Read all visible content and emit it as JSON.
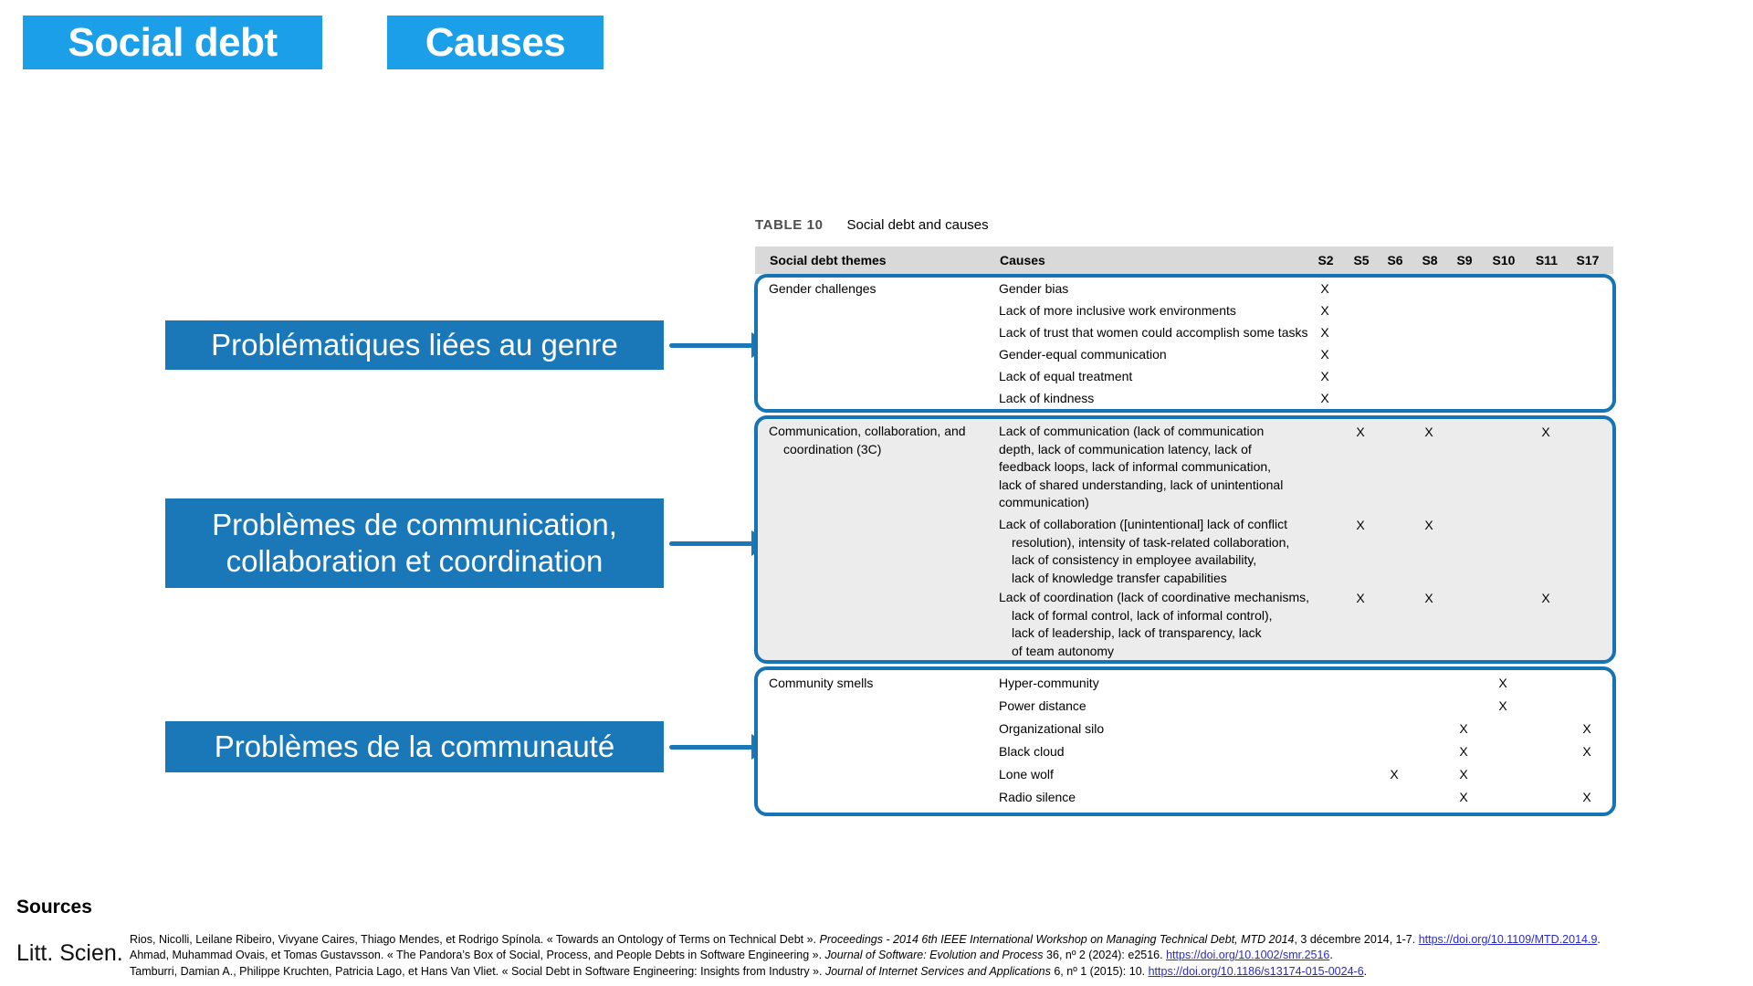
{
  "colors": {
    "badge-blue": "#1C9FE9",
    "label-blue": "#1B78B8",
    "outline-blue": "#1673B4",
    "header-gray": "#D9D9D9",
    "section-gray": "#ECECEC",
    "link-blue": "#2A2ACB"
  },
  "badges": {
    "social_debt": "Social debt",
    "causes": "Causes"
  },
  "annotations": [
    {
      "label": "Problématiques liées au genre"
    },
    {
      "label": "Problèmes de communication, collaboration et coordination"
    },
    {
      "label": "Problèmes de la communauté"
    }
  ],
  "table": {
    "tag": "TABLE 10",
    "caption": "Social debt and causes",
    "headers": {
      "theme": "Social debt themes",
      "causes": "Causes",
      "studies": [
        "S2",
        "S5",
        "S6",
        "S8",
        "S9",
        "S10",
        "S11",
        "S17"
      ]
    },
    "sections": [
      {
        "theme": "Gender challenges",
        "rows": [
          {
            "cause": "Gender bias",
            "marks": {
              "s2": "X"
            }
          },
          {
            "cause": "Lack of more inclusive work environments",
            "marks": {
              "s2": "X"
            }
          },
          {
            "cause": "Lack of trust that women could accomplish some tasks",
            "marks": {
              "s2": "X"
            }
          },
          {
            "cause": "Gender-equal communication",
            "marks": {
              "s2": "X"
            }
          },
          {
            "cause": "Lack of equal treatment",
            "marks": {
              "s2": "X"
            }
          },
          {
            "cause": "Lack of kindness",
            "marks": {
              "s2": "X"
            }
          }
        ]
      },
      {
        "theme": "Communication, collaboration, and\ncoordination (3C)",
        "rows": [
          {
            "cause": "Lack of communication (lack of communication\ndepth, lack of communication latency, lack of\nfeedback loops, lack of informal communication,\nlack of shared understanding, lack of unintentional\ncommunication)",
            "marks": {
              "s5": "X",
              "s8": "X",
              "s11": "X"
            }
          },
          {
            "cause": "Lack of collaboration ([unintentional] lack of conflict\nresolution), intensity of task-related collaboration,\nlack of consistency in employee availability,\nlack of knowledge transfer capabilities",
            "marks": {
              "s5": "X",
              "s8": "X"
            }
          },
          {
            "cause": "Lack of coordination (lack of coordinative mechanisms,\nlack of formal control, lack of informal control),\nlack of leadership, lack of transparency, lack\nof team autonomy",
            "marks": {
              "s5": "X",
              "s8": "X",
              "s11": "X"
            }
          }
        ]
      },
      {
        "theme": "Community smells",
        "rows": [
          {
            "cause": "Hyper-community",
            "marks": {
              "s10": "X"
            }
          },
          {
            "cause": "Power distance",
            "marks": {
              "s10": "X"
            }
          },
          {
            "cause": "Organizational silo",
            "marks": {
              "s9": "X",
              "s17": "X"
            }
          },
          {
            "cause": "Black cloud",
            "marks": {
              "s9": "X",
              "s17": "X"
            }
          },
          {
            "cause": "Lone wolf",
            "marks": {
              "s6": "X",
              "s9": "X"
            }
          },
          {
            "cause": "Radio silence",
            "marks": {
              "s9": "X",
              "s17": "X"
            }
          }
        ]
      }
    ]
  },
  "sources": {
    "heading": "Sources",
    "label": "Litt. Scien.",
    "citations": [
      {
        "before": "Rios, Nicolli, Leilane Ribeiro, Vivyane Caires, Thiago Mendes, et Rodrigo Spínola. « Towards an Ontology of Terms on Technical Debt ». ",
        "italic": "Proceedings - 2014 6th IEEE International Workshop on Managing Technical Debt, MTD 2014",
        "mid": ", 3 décembre 2014, 1-7. ",
        "link": "https://doi.org/10.1109/MTD.2014.9",
        "end": "."
      },
      {
        "before": "Ahmad, Muhammad Ovais, et Tomas Gustavsson. « The Pandora’s Box of Social, Process, and People Debts in Software Engineering ». ",
        "italic": "Journal of Software: Evolution and Process",
        "mid": " 36, nº 2 (2024): e2516. ",
        "link": "https://doi.org/10.1002/smr.2516",
        "end": "."
      },
      {
        "before": "Tamburri, Damian A., Philippe Kruchten, Patricia Lago, et Hans Van Vliet. « Social Debt in Software Engineering: Insights from Industry ». ",
        "italic": "Journal of Internet Services and Applications",
        "mid": " 6, nº 1 (2015): 10. ",
        "link": "https://doi.org/10.1186/s13174-015-0024-6",
        "end": "."
      }
    ]
  }
}
